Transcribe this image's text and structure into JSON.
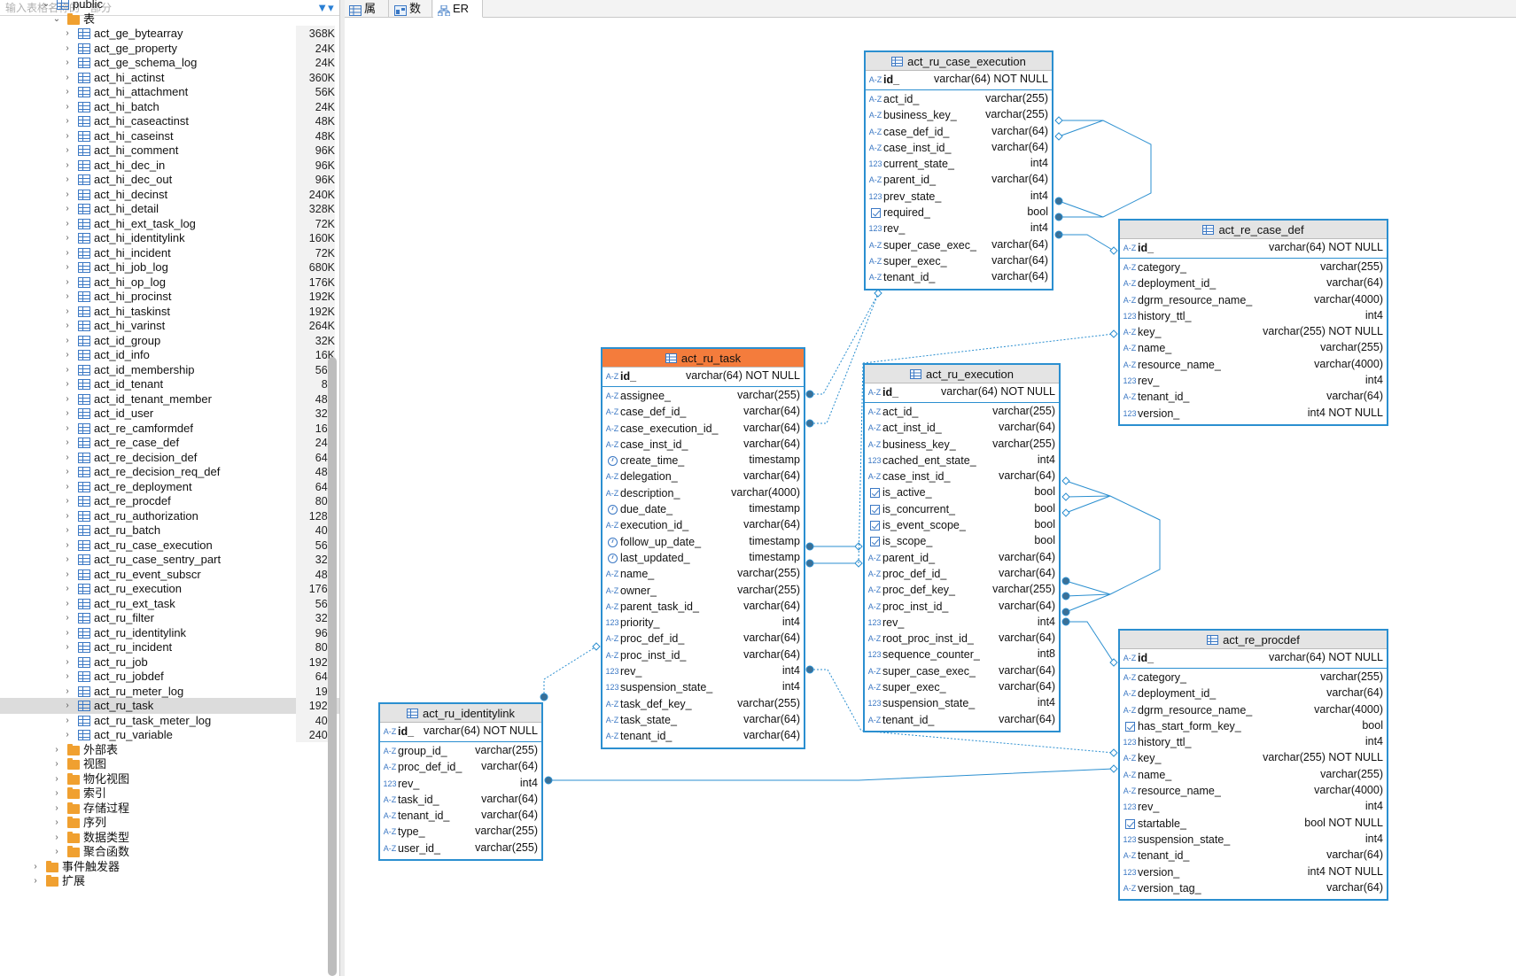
{
  "sidebar": {
    "search_placeholder": "输入表格名称的一部分",
    "schema": "public",
    "tables_folder": "表",
    "tables": [
      {
        "name": "act_ge_bytearray",
        "size": "368K"
      },
      {
        "name": "act_ge_property",
        "size": "24K"
      },
      {
        "name": "act_ge_schema_log",
        "size": "24K"
      },
      {
        "name": "act_hi_actinst",
        "size": "360K"
      },
      {
        "name": "act_hi_attachment",
        "size": "56K"
      },
      {
        "name": "act_hi_batch",
        "size": "24K"
      },
      {
        "name": "act_hi_caseactinst",
        "size": "48K"
      },
      {
        "name": "act_hi_caseinst",
        "size": "48K"
      },
      {
        "name": "act_hi_comment",
        "size": "96K"
      },
      {
        "name": "act_hi_dec_in",
        "size": "96K"
      },
      {
        "name": "act_hi_dec_out",
        "size": "96K"
      },
      {
        "name": "act_hi_decinst",
        "size": "240K"
      },
      {
        "name": "act_hi_detail",
        "size": "328K"
      },
      {
        "name": "act_hi_ext_task_log",
        "size": "72K"
      },
      {
        "name": "act_hi_identitylink",
        "size": "160K"
      },
      {
        "name": "act_hi_incident",
        "size": "72K"
      },
      {
        "name": "act_hi_job_log",
        "size": "680K"
      },
      {
        "name": "act_hi_op_log",
        "size": "176K"
      },
      {
        "name": "act_hi_procinst",
        "size": "192K"
      },
      {
        "name": "act_hi_taskinst",
        "size": "192K"
      },
      {
        "name": "act_hi_varinst",
        "size": "264K"
      },
      {
        "name": "act_id_group",
        "size": "32K"
      },
      {
        "name": "act_id_info",
        "size": "16K"
      },
      {
        "name": "act_id_membership",
        "size": "56K"
      },
      {
        "name": "act_id_tenant",
        "size": "8K"
      },
      {
        "name": "act_id_tenant_member",
        "size": "48K"
      },
      {
        "name": "act_id_user",
        "size": "32K"
      },
      {
        "name": "act_re_camformdef",
        "size": "16K"
      },
      {
        "name": "act_re_case_def",
        "size": "24K"
      },
      {
        "name": "act_re_decision_def",
        "size": "64K"
      },
      {
        "name": "act_re_decision_req_def",
        "size": "48K"
      },
      {
        "name": "act_re_deployment",
        "size": "64K"
      },
      {
        "name": "act_re_procdef",
        "size": "80K"
      },
      {
        "name": "act_ru_authorization",
        "size": "128K"
      },
      {
        "name": "act_ru_batch",
        "size": "40K"
      },
      {
        "name": "act_ru_case_execution",
        "size": "56K"
      },
      {
        "name": "act_ru_case_sentry_part",
        "size": "32K"
      },
      {
        "name": "act_ru_event_subscr",
        "size": "48K"
      },
      {
        "name": "act_ru_execution",
        "size": "176K"
      },
      {
        "name": "act_ru_ext_task",
        "size": "56K"
      },
      {
        "name": "act_ru_filter",
        "size": "32K"
      },
      {
        "name": "act_ru_identitylink",
        "size": "96K"
      },
      {
        "name": "act_ru_incident",
        "size": "80K"
      },
      {
        "name": "act_ru_job",
        "size": "192K"
      },
      {
        "name": "act_ru_jobdef",
        "size": "64K"
      },
      {
        "name": "act_ru_meter_log",
        "size": "19K"
      },
      {
        "name": "act_ru_task",
        "size": "192K"
      },
      {
        "name": "act_ru_task_meter_log",
        "size": "40K"
      },
      {
        "name": "act_ru_variable",
        "size": "240K"
      }
    ],
    "selected_table": "act_ru_task",
    "other_folders": [
      "外部表",
      "视图",
      "物化视图",
      "索引",
      "存储过程",
      "序列",
      "数据类型",
      "聚合函数"
    ],
    "root_folders": [
      "事件触发器",
      "扩展"
    ]
  },
  "tabs": [
    "属性",
    "数据",
    "ER 图"
  ],
  "active_tab": "ER 图",
  "er": {
    "entities": [
      {
        "id": "case_exec",
        "title": "act_ru_case_execution",
        "active": false,
        "pk": {
          "name": "id_",
          "type": "varchar(64) NOT NULL",
          "kind": "str"
        },
        "cols": [
          {
            "name": "act_id_",
            "type": "varchar(255)",
            "kind": "str"
          },
          {
            "name": "business_key_",
            "type": "varchar(255)",
            "kind": "str"
          },
          {
            "name": "case_def_id_",
            "type": "varchar(64)",
            "kind": "str"
          },
          {
            "name": "case_inst_id_",
            "type": "varchar(64)",
            "kind": "str"
          },
          {
            "name": "current_state_",
            "type": "int4",
            "kind": "num"
          },
          {
            "name": "parent_id_",
            "type": "varchar(64)",
            "kind": "str"
          },
          {
            "name": "prev_state_",
            "type": "int4",
            "kind": "num"
          },
          {
            "name": "required_",
            "type": "bool",
            "kind": "bool"
          },
          {
            "name": "rev_",
            "type": "int4",
            "kind": "num"
          },
          {
            "name": "super_case_exec_",
            "type": "varchar(64)",
            "kind": "str"
          },
          {
            "name": "super_exec_",
            "type": "varchar(64)",
            "kind": "str"
          },
          {
            "name": "tenant_id_",
            "type": "varchar(64)",
            "kind": "str"
          }
        ]
      },
      {
        "id": "case_def",
        "title": "act_re_case_def",
        "active": false,
        "pk": {
          "name": "id_",
          "type": "varchar(64) NOT NULL",
          "kind": "str"
        },
        "cols": [
          {
            "name": "category_",
            "type": "varchar(255)",
            "kind": "str"
          },
          {
            "name": "deployment_id_",
            "type": "varchar(64)",
            "kind": "str"
          },
          {
            "name": "dgrm_resource_name_",
            "type": "varchar(4000)",
            "kind": "str"
          },
          {
            "name": "history_ttl_",
            "type": "int4",
            "kind": "num"
          },
          {
            "name": "key_",
            "type": "varchar(255) NOT NULL",
            "kind": "str"
          },
          {
            "name": "name_",
            "type": "varchar(255)",
            "kind": "str"
          },
          {
            "name": "resource_name_",
            "type": "varchar(4000)",
            "kind": "str"
          },
          {
            "name": "rev_",
            "type": "int4",
            "kind": "num"
          },
          {
            "name": "tenant_id_",
            "type": "varchar(64)",
            "kind": "str"
          },
          {
            "name": "version_",
            "type": "int4 NOT NULL",
            "kind": "num"
          }
        ]
      },
      {
        "id": "task",
        "title": "act_ru_task",
        "active": true,
        "pk": {
          "name": "id_",
          "type": "varchar(64) NOT NULL",
          "kind": "str"
        },
        "cols": [
          {
            "name": "assignee_",
            "type": "varchar(255)",
            "kind": "str"
          },
          {
            "name": "case_def_id_",
            "type": "varchar(64)",
            "kind": "str"
          },
          {
            "name": "case_execution_id_",
            "type": "varchar(64)",
            "kind": "str"
          },
          {
            "name": "case_inst_id_",
            "type": "varchar(64)",
            "kind": "str"
          },
          {
            "name": "create_time_",
            "type": "timestamp",
            "kind": "time"
          },
          {
            "name": "delegation_",
            "type": "varchar(64)",
            "kind": "str"
          },
          {
            "name": "description_",
            "type": "varchar(4000)",
            "kind": "str"
          },
          {
            "name": "due_date_",
            "type": "timestamp",
            "kind": "time"
          },
          {
            "name": "execution_id_",
            "type": "varchar(64)",
            "kind": "str"
          },
          {
            "name": "follow_up_date_",
            "type": "timestamp",
            "kind": "time"
          },
          {
            "name": "last_updated_",
            "type": "timestamp",
            "kind": "time"
          },
          {
            "name": "name_",
            "type": "varchar(255)",
            "kind": "str"
          },
          {
            "name": "owner_",
            "type": "varchar(255)",
            "kind": "str"
          },
          {
            "name": "parent_task_id_",
            "type": "varchar(64)",
            "kind": "str"
          },
          {
            "name": "priority_",
            "type": "int4",
            "kind": "num"
          },
          {
            "name": "proc_def_id_",
            "type": "varchar(64)",
            "kind": "str"
          },
          {
            "name": "proc_inst_id_",
            "type": "varchar(64)",
            "kind": "str"
          },
          {
            "name": "rev_",
            "type": "int4",
            "kind": "num"
          },
          {
            "name": "suspension_state_",
            "type": "int4",
            "kind": "num"
          },
          {
            "name": "task_def_key_",
            "type": "varchar(255)",
            "kind": "str"
          },
          {
            "name": "task_state_",
            "type": "varchar(64)",
            "kind": "str"
          },
          {
            "name": "tenant_id_",
            "type": "varchar(64)",
            "kind": "str"
          }
        ]
      },
      {
        "id": "execution",
        "title": "act_ru_execution",
        "active": false,
        "pk": {
          "name": "id_",
          "type": "varchar(64) NOT NULL",
          "kind": "str"
        },
        "cols": [
          {
            "name": "act_id_",
            "type": "varchar(255)",
            "kind": "str"
          },
          {
            "name": "act_inst_id_",
            "type": "varchar(64)",
            "kind": "str"
          },
          {
            "name": "business_key_",
            "type": "varchar(255)",
            "kind": "str"
          },
          {
            "name": "cached_ent_state_",
            "type": "int4",
            "kind": "num"
          },
          {
            "name": "case_inst_id_",
            "type": "varchar(64)",
            "kind": "str"
          },
          {
            "name": "is_active_",
            "type": "bool",
            "kind": "bool"
          },
          {
            "name": "is_concurrent_",
            "type": "bool",
            "kind": "bool"
          },
          {
            "name": "is_event_scope_",
            "type": "bool",
            "kind": "bool"
          },
          {
            "name": "is_scope_",
            "type": "bool",
            "kind": "bool"
          },
          {
            "name": "parent_id_",
            "type": "varchar(64)",
            "kind": "str"
          },
          {
            "name": "proc_def_id_",
            "type": "varchar(64)",
            "kind": "str"
          },
          {
            "name": "proc_def_key_",
            "type": "varchar(255)",
            "kind": "str"
          },
          {
            "name": "proc_inst_id_",
            "type": "varchar(64)",
            "kind": "str"
          },
          {
            "name": "rev_",
            "type": "int4",
            "kind": "num"
          },
          {
            "name": "root_proc_inst_id_",
            "type": "varchar(64)",
            "kind": "str"
          },
          {
            "name": "sequence_counter_",
            "type": "int8",
            "kind": "num"
          },
          {
            "name": "super_case_exec_",
            "type": "varchar(64)",
            "kind": "str"
          },
          {
            "name": "super_exec_",
            "type": "varchar(64)",
            "kind": "str"
          },
          {
            "name": "suspension_state_",
            "type": "int4",
            "kind": "num"
          },
          {
            "name": "tenant_id_",
            "type": "varchar(64)",
            "kind": "str"
          }
        ]
      },
      {
        "id": "procdef",
        "title": "act_re_procdef",
        "active": false,
        "pk": {
          "name": "id_",
          "type": "varchar(64) NOT NULL",
          "kind": "str"
        },
        "cols": [
          {
            "name": "category_",
            "type": "varchar(255)",
            "kind": "str"
          },
          {
            "name": "deployment_id_",
            "type": "varchar(64)",
            "kind": "str"
          },
          {
            "name": "dgrm_resource_name_",
            "type": "varchar(4000)",
            "kind": "str"
          },
          {
            "name": "has_start_form_key_",
            "type": "bool",
            "kind": "bool"
          },
          {
            "name": "history_ttl_",
            "type": "int4",
            "kind": "num"
          },
          {
            "name": "key_",
            "type": "varchar(255) NOT NULL",
            "kind": "str"
          },
          {
            "name": "name_",
            "type": "varchar(255)",
            "kind": "str"
          },
          {
            "name": "resource_name_",
            "type": "varchar(4000)",
            "kind": "str"
          },
          {
            "name": "rev_",
            "type": "int4",
            "kind": "num"
          },
          {
            "name": "startable_",
            "type": "bool NOT NULL",
            "kind": "bool"
          },
          {
            "name": "suspension_state_",
            "type": "int4",
            "kind": "num"
          },
          {
            "name": "tenant_id_",
            "type": "varchar(64)",
            "kind": "str"
          },
          {
            "name": "version_",
            "type": "int4 NOT NULL",
            "kind": "num"
          },
          {
            "name": "version_tag_",
            "type": "varchar(64)",
            "kind": "str"
          }
        ]
      },
      {
        "id": "identitylink",
        "title": "act_ru_identitylink",
        "active": false,
        "pk": {
          "name": "id_",
          "type": "varchar(64) NOT NULL",
          "kind": "str"
        },
        "cols": [
          {
            "name": "group_id_",
            "type": "varchar(255)",
            "kind": "str"
          },
          {
            "name": "proc_def_id_",
            "type": "varchar(64)",
            "kind": "str"
          },
          {
            "name": "rev_",
            "type": "int4",
            "kind": "num"
          },
          {
            "name": "task_id_",
            "type": "varchar(64)",
            "kind": "str"
          },
          {
            "name": "tenant_id_",
            "type": "varchar(64)",
            "kind": "str"
          },
          {
            "name": "type_",
            "type": "varchar(255)",
            "kind": "str"
          },
          {
            "name": "user_id_",
            "type": "varchar(255)",
            "kind": "str"
          }
        ]
      }
    ]
  },
  "colors": {
    "accent": "#2b8fd0",
    "active_header": "#f47c3c",
    "header_bg": "#e4e4e4",
    "icon_blue": "#3b78c4",
    "folder": "#f0a030"
  }
}
